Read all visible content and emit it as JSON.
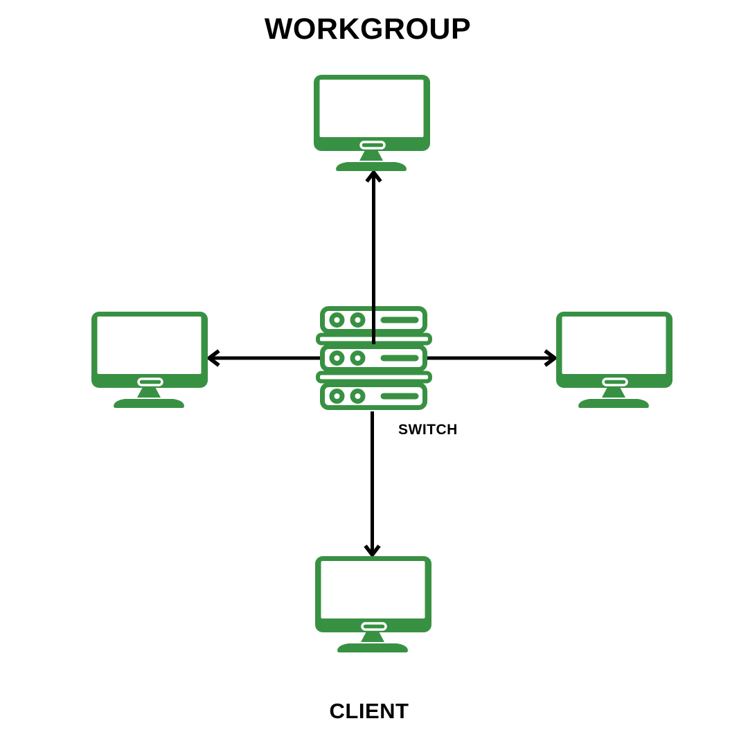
{
  "labels": {
    "title": "WORKGROUP",
    "switch": "SWITCH",
    "client": "CLIENT"
  },
  "colors": {
    "device-green": "#389143",
    "connector-black": "#000000",
    "background": "#ffffff"
  },
  "diagram": {
    "type": "star-topology-network",
    "center": {
      "id": "switch",
      "label": "SWITCH",
      "icon": "server-stack-icon"
    },
    "clients": [
      {
        "id": "client-top",
        "position": "top",
        "icon": "desktop-monitor-icon"
      },
      {
        "id": "client-left",
        "position": "left",
        "icon": "desktop-monitor-icon"
      },
      {
        "id": "client-right",
        "position": "right",
        "icon": "desktop-monitor-icon"
      },
      {
        "id": "client-bottom",
        "position": "bottom",
        "icon": "desktop-monitor-icon",
        "label": "CLIENT"
      }
    ],
    "connections": [
      {
        "from": "switch",
        "to": "client-top",
        "arrowhead": "at-client"
      },
      {
        "from": "switch",
        "to": "client-left",
        "arrowhead": "at-client"
      },
      {
        "from": "switch",
        "to": "client-right",
        "arrowhead": "at-client"
      },
      {
        "from": "switch",
        "to": "client-bottom",
        "arrowhead": "at-client"
      }
    ]
  }
}
